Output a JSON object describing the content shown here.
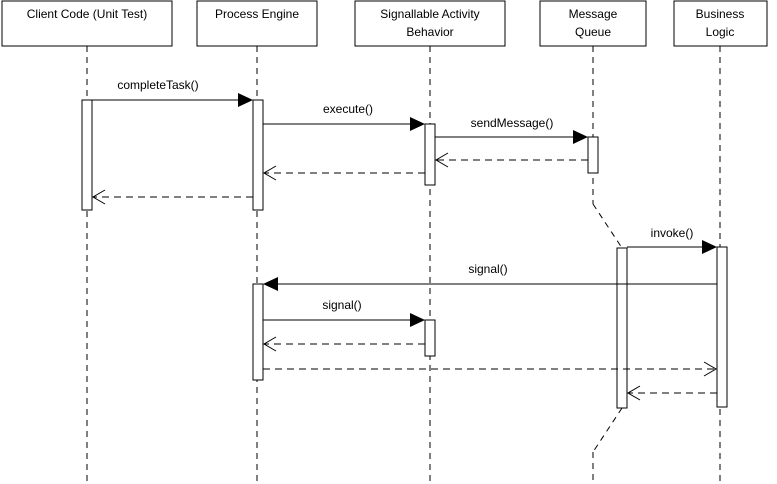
{
  "participants": [
    {
      "id": "client",
      "lines": [
        "Client Code (Unit Test)"
      ]
    },
    {
      "id": "engine",
      "lines": [
        "Process Engine"
      ]
    },
    {
      "id": "behavior",
      "lines": [
        "Signallable Activity",
        "Behavior"
      ]
    },
    {
      "id": "queue",
      "lines": [
        "Message",
        "Queue"
      ]
    },
    {
      "id": "logic",
      "lines": [
        "Business",
        "Logic"
      ]
    }
  ],
  "messages": {
    "complete_task": "completeTask()",
    "execute": "execute()",
    "send_message": "sendMessage()",
    "invoke": "invoke()",
    "signal_engine": "signal()",
    "signal_behavior": "signal()"
  }
}
